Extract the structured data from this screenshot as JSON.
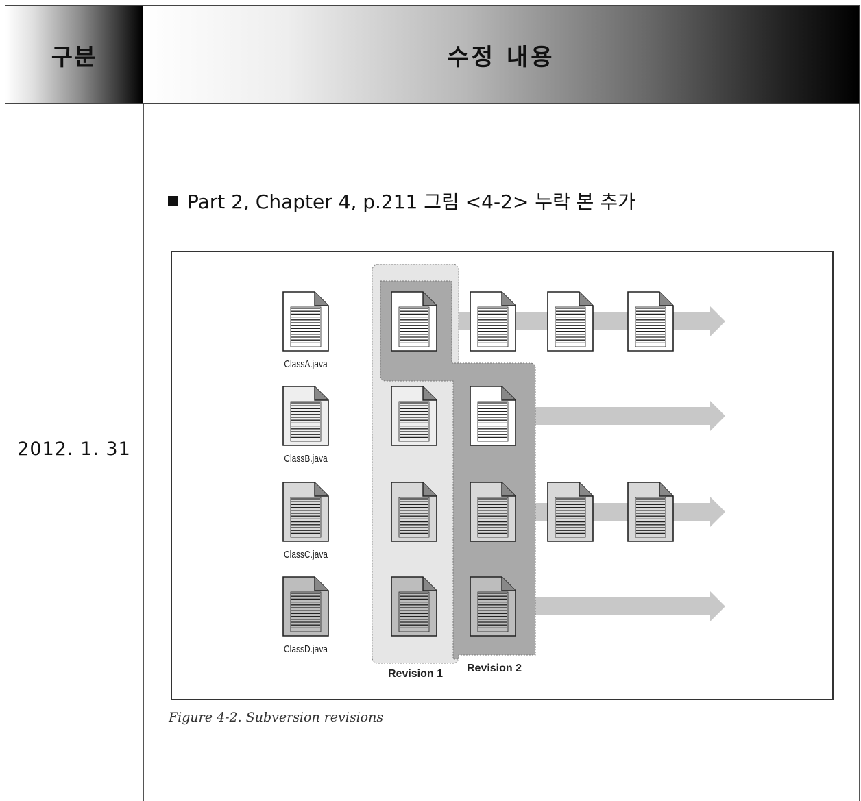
{
  "header": {
    "col1": "구분",
    "col2": "수정 내용"
  },
  "row": {
    "date": "2012. 1. 31",
    "description": "Part 2, Chapter 4, p.211 그림 <4-2> 누락 본 추가"
  },
  "figure": {
    "files": [
      "ClassA.java",
      "ClassB.java",
      "ClassC.java",
      "ClassD.java"
    ],
    "revision_labels": [
      "Revision 1",
      "Revision 2"
    ],
    "caption": "Figure 4-2. Subversion revisions"
  },
  "colors": {
    "border": "#444444",
    "rev1_fill": "#e6e6e6",
    "rev2_fill": "#a9a9a9",
    "arrow": "#c8c8c8"
  }
}
